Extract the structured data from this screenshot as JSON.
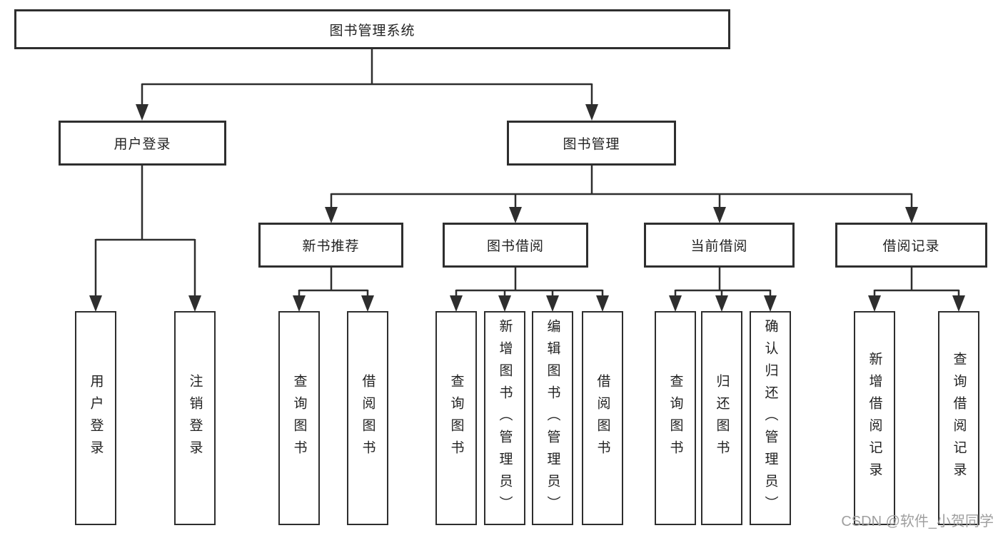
{
  "tree": {
    "root": "图书管理系统",
    "branches": [
      {
        "label": "用户登录",
        "children": [
          "用户登录",
          "注销登录"
        ]
      },
      {
        "label": "图书管理",
        "groups": [
          {
            "label": "新书推荐",
            "children": [
              "查询图书",
              "借阅图书"
            ]
          },
          {
            "label": "图书借阅",
            "children": [
              "查询图书",
              "新增图书（管理员）",
              "编辑图书（管理员）",
              "借阅图书"
            ]
          },
          {
            "label": "当前借阅",
            "children": [
              "查询图书",
              "归还图书",
              "确认归还（管理员）"
            ]
          },
          {
            "label": "借阅记录",
            "children": [
              "新增借阅记录",
              "查询借阅记录"
            ]
          }
        ]
      }
    ]
  },
  "watermark": {
    "text": "CSDN @软件_小贺同学"
  },
  "colors": {
    "line": "#2e2e2e",
    "text": "#222222",
    "box_background": "#ffffff",
    "watermark": "#9f9f9f",
    "page_background": "#ffffff"
  }
}
